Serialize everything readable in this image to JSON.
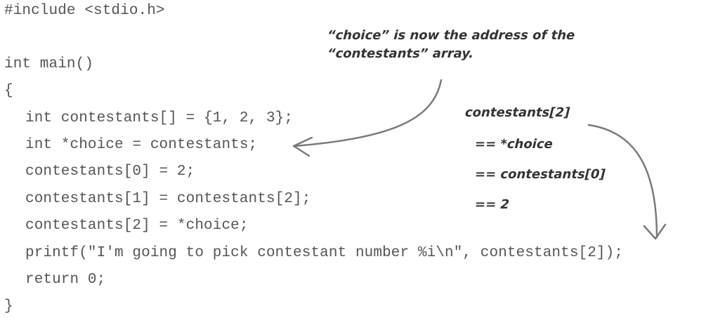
{
  "code": {
    "lines": [
      "#include <stdio.h>",
      "",
      "int main()",
      "{",
      "int contestants[] = {1, 2, 3};",
      "int *choice = contestants;",
      "contestants[0] = 2;",
      "contestants[1] = contestants[2];",
      "contestants[2] = *choice;",
      "printf(\"I'm going to pick contestant number %i\\n\", contestants[2]);",
      "return 0;",
      "}"
    ]
  },
  "annotations": {
    "choice_note": {
      "line1": "“choice” is now the address of the",
      "line2": "“contestants” array."
    },
    "equality_note": {
      "line1": "contestants[2]",
      "line2": "== *choice",
      "line3": "== contestants[0]",
      "line4": "== 2"
    }
  },
  "colors": {
    "code_text": "#555555",
    "annotation_text": "#333333",
    "arrow": "#7a7a7a"
  }
}
